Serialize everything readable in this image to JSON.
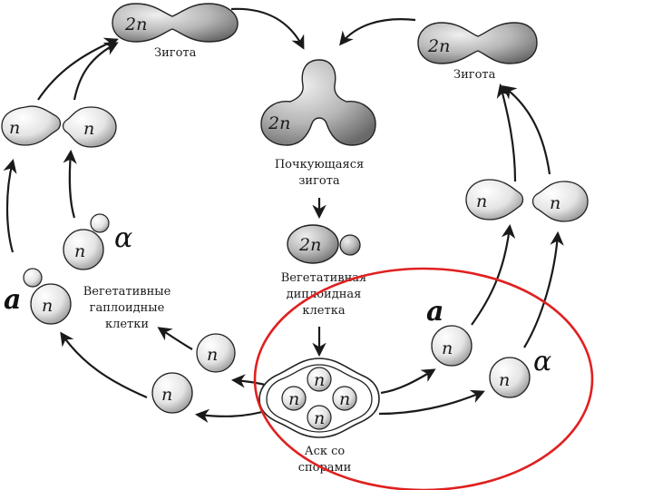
{
  "labels": {
    "zygote_left": "Зигота",
    "zygote_right": "Зигота",
    "budding_zygote_line1": "Почкующаяся",
    "budding_zygote_line2": "зигота",
    "veg_diploid_line1": "Вегетативная",
    "veg_diploid_line2": "диплоидная",
    "veg_diploid_line3": "клетка",
    "veg_haploid_line1": "Вегетативные",
    "veg_haploid_line2": "гаплоидные",
    "veg_haploid_line3": "клетки",
    "ascus_line1": "Аск со",
    "ascus_line2": "спорами"
  },
  "symbols": {
    "diploid": "2n",
    "haploid": "n",
    "mating_a": "a",
    "mating_alpha": "α"
  },
  "colors": {
    "cell_fill_light": "#f2f2f2",
    "cell_fill_mid": "#c9c9c9",
    "cell_fill_dark": "#9a9a9a",
    "outline": "#222222",
    "highlight_ellipse": "#e02020"
  }
}
